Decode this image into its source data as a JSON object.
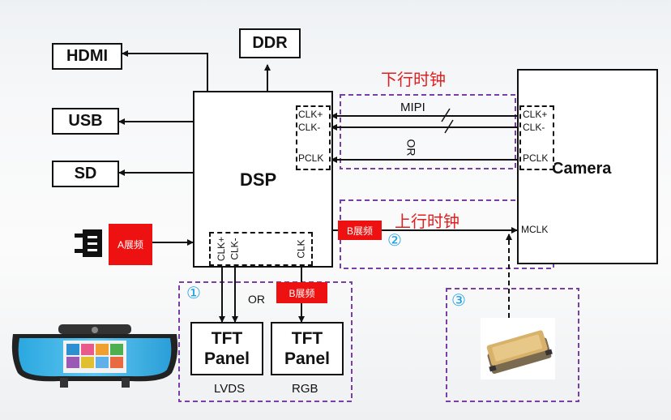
{
  "blocks": {
    "hdmi": "HDMI",
    "usb": "USB",
    "sd": "SD",
    "ddr": "DDR",
    "dsp": "DSP",
    "camera": "Camera",
    "tft_lvds": "TFT Panel",
    "tft_rgb": "TFT Panel"
  },
  "dsp_pins": {
    "clk_plus": "CLK+",
    "clk_minus": "CLK-",
    "pclk": "PCLK",
    "bottom_clk_plus": "CLK+",
    "bottom_clk_minus": "CLK-",
    "bottom_clk": "CLK"
  },
  "camera_pins": {
    "clk_plus": "CLK+",
    "clk_minus": "CLK-",
    "pclk": "PCLK",
    "mclk": "MCLK"
  },
  "labels": {
    "downlink_clock": "下行时钟",
    "uplink_clock": "上行时钟",
    "mipi": "MIPI",
    "or_camera": "OR",
    "or_panel": "OR",
    "lvds": "LVDS",
    "rgb": "RGB"
  },
  "tags": {
    "a_spread": "A展频",
    "b_spread_mclk": "B展频",
    "b_spread_rgb": "B展频"
  },
  "markers": {
    "one": "①",
    "two": "②",
    "three": "③"
  },
  "colors": {
    "dashed_region": "#7a3fa6",
    "tag_red": "#ee1111",
    "title_red": "#e02020",
    "marker_blue": "#1aa0e6"
  }
}
